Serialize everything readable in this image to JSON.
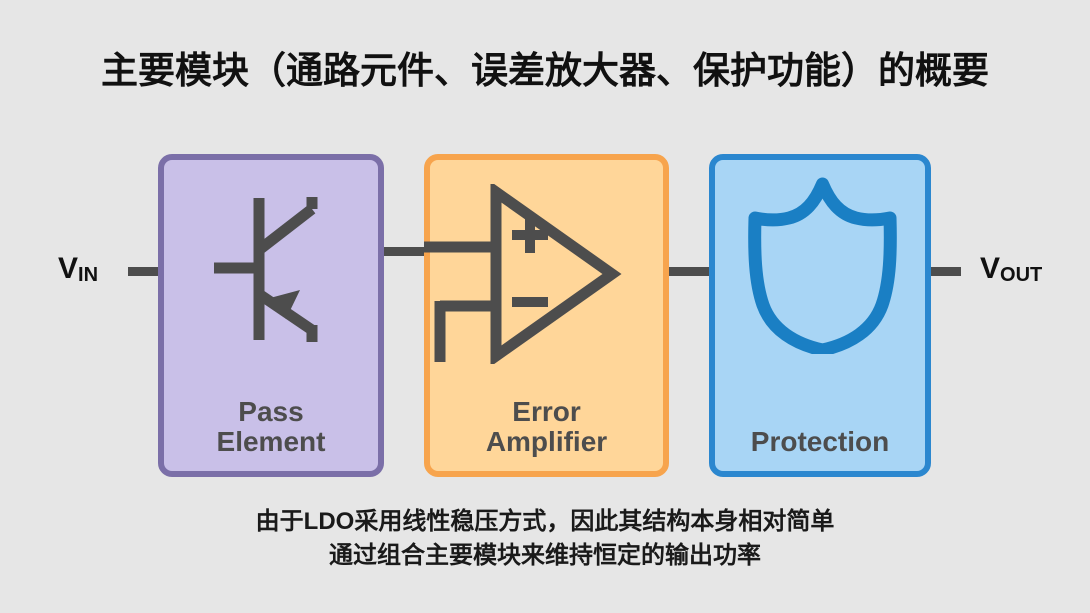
{
  "title": "主要模块（通路元件、误差放大器、保护功能）的概要",
  "background_color": "#e6e6e6",
  "diagram": {
    "terminals": {
      "input": {
        "symbol": "V",
        "subscript": "IN"
      },
      "output": {
        "symbol": "V",
        "subscript": "OUT"
      }
    },
    "blocks": [
      {
        "id": "pass-element",
        "label": "Pass\nElement",
        "icon": "bjt-transistor-icon",
        "fill_color": "#c9c0e8",
        "border_color": "#7b6fa8",
        "icon_color": "#4d4d4d"
      },
      {
        "id": "error-amplifier",
        "label": "Error\nAmplifier",
        "icon": "op-amp-icon",
        "fill_color": "#ffd699",
        "border_color": "#f7a44d",
        "icon_color": "#4d4d4d"
      },
      {
        "id": "protection",
        "label": "Protection",
        "icon": "shield-icon",
        "fill_color": "#a8d5f5",
        "border_color": "#2b87cf",
        "icon_color": "#1a7fc4"
      }
    ],
    "wire_color": "#4d4d4d",
    "opamp_markings": {
      "plus": "+",
      "minus": "-"
    }
  },
  "caption": {
    "line1": "由于LDO采用线性稳压方式，因此其结构本身相对简单",
    "line2": "通过组合主要模块来维持恒定的输出功率"
  }
}
